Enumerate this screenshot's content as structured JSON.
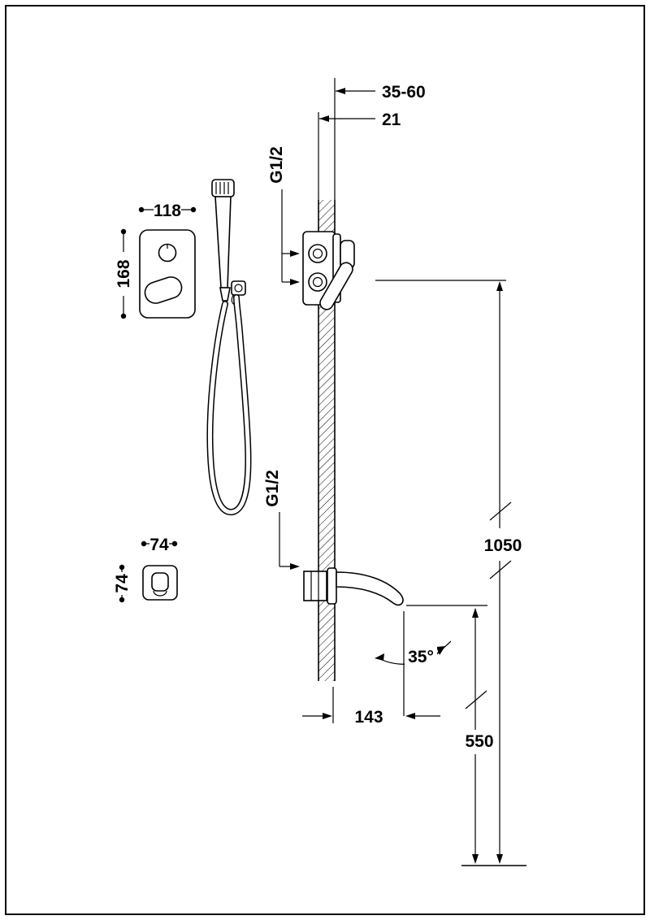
{
  "diagram": {
    "type": "technical-installation-drawing",
    "product": "concealed shower-bath mixer with hand shower and spout",
    "dimensions": {
      "depth_range": "35-60",
      "wall_thickness": "21",
      "inlet_thread": "G1/2",
      "trim_plate_width": "118",
      "trim_plate_height": "168",
      "spout_thread": "G1/2",
      "mixer_height": "1050",
      "spout_reach": "143",
      "spout_angle": "35°",
      "spout_height": "550",
      "spout_plate_width": "74",
      "spout_plate_height": "74"
    }
  }
}
